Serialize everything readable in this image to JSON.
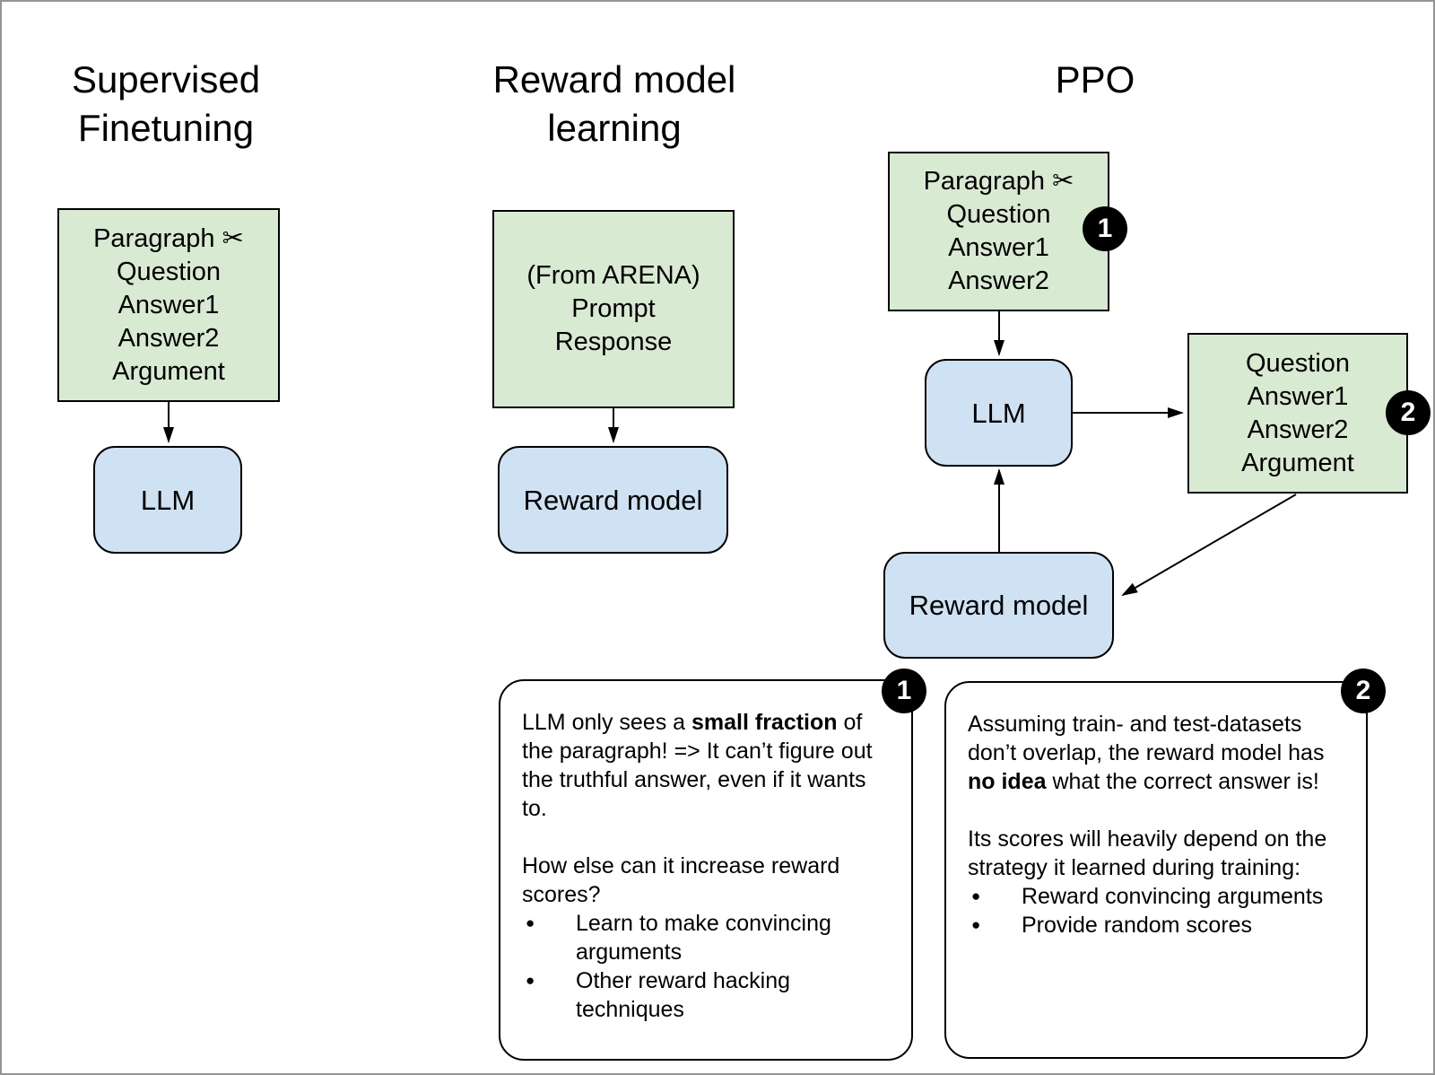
{
  "canvas": {
    "background": "#ffffff",
    "border_color": "#949494"
  },
  "colors": {
    "data_box_fill": "#d9ead3",
    "model_box_fill": "#cfe2f3",
    "box_border": "#000000",
    "badge_fill": "#000000",
    "badge_text": "#ffffff",
    "arrow": "#000000"
  },
  "icons": {
    "scissors_icon": "✂",
    "bullet_icon": "●"
  },
  "columns": {
    "sft": {
      "title": "Supervised\nFinetuning",
      "data_box": "Paragraph ✂\nQuestion\nAnswer1\nAnswer2\nArgument",
      "model_box": "LLM"
    },
    "rml": {
      "title": "Reward model\nlearning",
      "data_box": "(From ARENA)\nPrompt\nResponse",
      "model_box": "Reward model"
    },
    "ppo": {
      "title": "PPO",
      "input_box": "Paragraph ✂\nQuestion\nAnswer1\nAnswer2",
      "input_badge": "1",
      "llm_box": "LLM",
      "output_box": "Question\nAnswer1\nAnswer2\nArgument",
      "output_badge": "2",
      "reward_box": "Reward model"
    }
  },
  "notes": {
    "note1": {
      "badge": "1",
      "p1_pre": "LLM only sees a ",
      "p1_bold": "small fraction",
      "p1_post": " of the paragraph! => It can’t figure out the truthful answer, even if it wants to.",
      "p2": "How else can it increase reward scores?",
      "bullets": [
        "Learn to make convincing arguments",
        "Other reward hacking techniques"
      ]
    },
    "note2": {
      "badge": "2",
      "p1_pre": "Assuming train- and test-datasets don’t overlap, the reward model has ",
      "p1_bold": "no idea",
      "p1_post": " what the correct answer is!",
      "p2": "Its scores will heavily depend on the strategy it learned during training:",
      "bullets": [
        "Reward convincing arguments",
        "Provide random scores"
      ]
    }
  }
}
